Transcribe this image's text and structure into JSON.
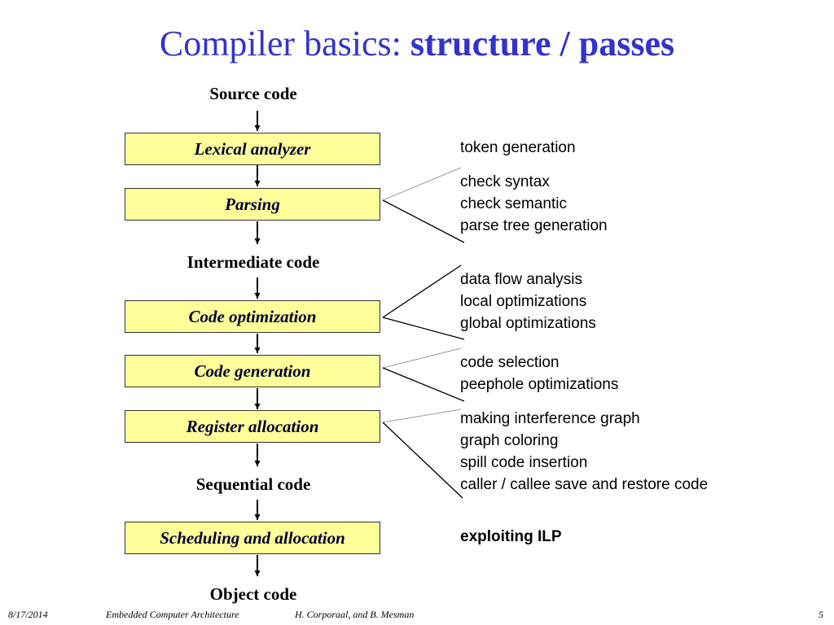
{
  "title": {
    "prefix": "Compiler basics: ",
    "emphasis": "structure / passes"
  },
  "pipeline": {
    "source": "Source code",
    "intermediate": "Intermediate code",
    "sequential": "Sequential code",
    "object": "Object code",
    "stages": [
      "Lexical analyzer",
      "Parsing",
      "Code optimization",
      "Code generation",
      "Register allocation",
      "Scheduling and allocation"
    ]
  },
  "descriptions": {
    "lexical": [
      "token generation"
    ],
    "parsing": [
      "check syntax",
      "check semantic",
      "parse tree generation"
    ],
    "optimization": [
      "data flow analysis",
      "local optimizations",
      "global optimizations"
    ],
    "generation": [
      "code selection",
      "peephole optimizations"
    ],
    "allocation": [
      "making interference graph",
      "graph coloring",
      "spill code insertion",
      "caller / callee save and restore code"
    ],
    "scheduling": [
      "exploiting ILP"
    ]
  },
  "footer": {
    "date": "8/17/2014",
    "course": "Embedded Computer Architecture",
    "authors": "H. Corporaal, and B. Mesman",
    "page": "5"
  }
}
